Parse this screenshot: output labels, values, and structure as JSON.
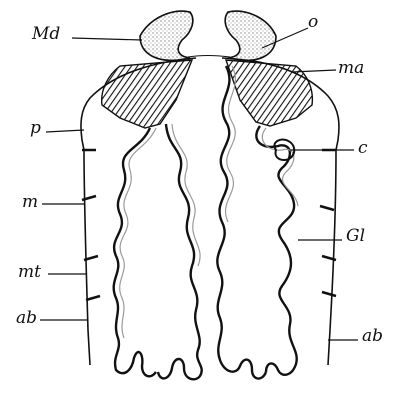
{
  "labels": {
    "md": "Md",
    "o": "o",
    "ma": "ma",
    "p": "p",
    "c": "c",
    "m": "m",
    "gl": "Gl",
    "mt": "mt",
    "ab_left": "ab",
    "ab_right": "ab"
  },
  "colors": {
    "ink": "#111111",
    "background": "#ffffff",
    "shading": "#9a9a9a"
  }
}
